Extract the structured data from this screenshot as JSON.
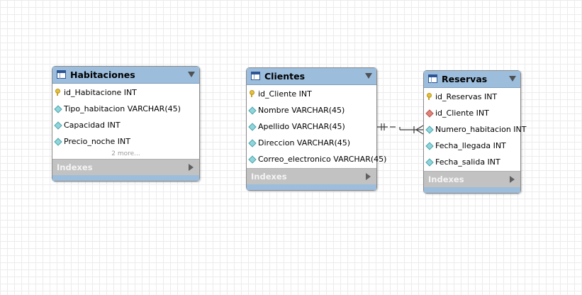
{
  "tables": [
    {
      "name": "Habitaciones",
      "columns": [
        {
          "text": "id_Habitacione INT",
          "icon": "primary-key-icon"
        },
        {
          "text": "Tipo_habitacion VARCHAR(45)",
          "icon": "column-diamond-icon"
        },
        {
          "text": "Capacidad INT",
          "icon": "column-diamond-icon"
        },
        {
          "text": "Precio_noche INT",
          "icon": "column-diamond-icon"
        }
      ],
      "more_label": "2 more...",
      "indexes_label": "Indexes"
    },
    {
      "name": "Clientes",
      "columns": [
        {
          "text": "id_Cliente INT",
          "icon": "primary-key-icon"
        },
        {
          "text": "Nombre VARCHAR(45)",
          "icon": "column-diamond-icon"
        },
        {
          "text": "Apellido VARCHAR(45)",
          "icon": "column-diamond-icon"
        },
        {
          "text": "Direccion VARCHAR(45)",
          "icon": "column-diamond-icon"
        },
        {
          "text": "Correo_electronico VARCHAR(45)",
          "icon": "column-diamond-icon"
        }
      ],
      "indexes_label": "Indexes"
    },
    {
      "name": "Reservas",
      "columns": [
        {
          "text": "id_Reservas INT",
          "icon": "primary-key-icon"
        },
        {
          "text": "id_Cliente INT",
          "icon": "foreign-key-icon"
        },
        {
          "text": "Numero_habitacion INT",
          "icon": "column-diamond-icon"
        },
        {
          "text": "Fecha_llegada INT",
          "icon": "column-diamond-icon"
        },
        {
          "text": "Fecha_salida INT",
          "icon": "column-diamond-icon"
        }
      ],
      "indexes_label": "Indexes"
    }
  ],
  "relationships": [
    {
      "from": "Clientes",
      "to": "Reservas",
      "from_cardinality": "one",
      "to_cardinality": "zero-or-many"
    }
  ],
  "colors": {
    "header": "#9cbddc",
    "indexes_bar": "#c2c2c2",
    "column_icon": "#8fd6dc",
    "foreign_key_icon": "#e2847a",
    "primary_key_icon": "#e6c33a"
  }
}
